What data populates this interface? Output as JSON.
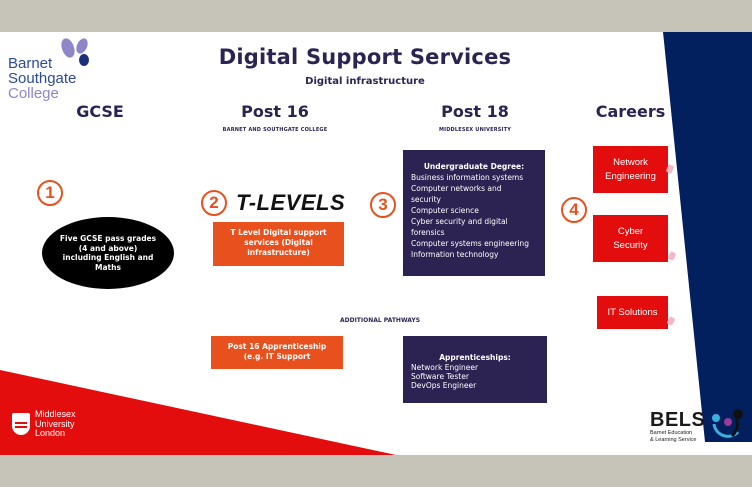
{
  "slide": {
    "title": "Digital Support Services",
    "subtitle": "Digital infrastructure",
    "colors": {
      "heading": "#2a2452",
      "orange": "#e8501e",
      "purple_box": "#2c2352",
      "red": "#e30d0d",
      "navy": "#03205e",
      "frame": "#c6c4b8"
    }
  },
  "logos": {
    "bsc": {
      "line1": "Barnet",
      "line2": "Southgate",
      "line3": "College"
    },
    "mdx": {
      "line1": "Middlesex",
      "line2": "University",
      "line3": "London"
    },
    "bels": {
      "name": "BELS",
      "line1": "Barnet Education",
      "line2": "& Learning Service"
    }
  },
  "columns": [
    {
      "heading": "GCSE",
      "sub": ""
    },
    {
      "heading": "Post 16",
      "sub": "BARNET AND SOUTHGATE COLLEGE"
    },
    {
      "heading": "Post 18",
      "sub": "MIDDLESEX UNIVERSITY"
    },
    {
      "heading": "Careers",
      "sub": ""
    }
  ],
  "steps": [
    "1",
    "2",
    "3",
    "4"
  ],
  "gcse": {
    "requirement": "Five GCSE pass grades (4 and above) including English and Maths"
  },
  "post16": {
    "brand": "T-LEVELS",
    "tlevel_box": "T Level Digital support services (Digital infrastructure)",
    "apprenticeship_box": "Post 16 Apprenticeship (e.g. IT Support"
  },
  "post18": {
    "degree_heading": "Undergraduate Degree:",
    "degrees": [
      "Business information systems",
      "Computer networks and security",
      "Computer science",
      "Cyber security and digital forensics",
      "Computer systems engineering",
      "Information technology"
    ],
    "apprenticeship_heading": "Apprenticeships:",
    "apprenticeships": [
      "Network Engineer",
      "Software Tester",
      "DevOps Engineer"
    ]
  },
  "additional_pathways_label": "ADDITIONAL PATHWAYS",
  "careers": [
    "Network Engineering",
    "Cyber Security",
    "IT Solutions"
  ]
}
